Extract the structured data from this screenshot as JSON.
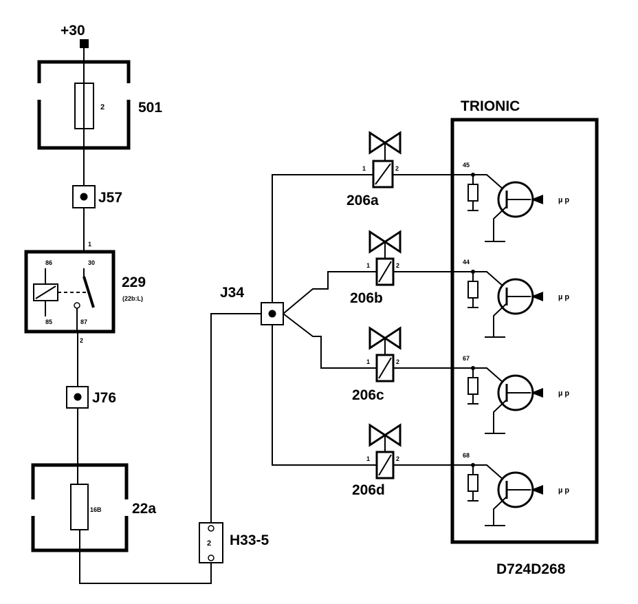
{
  "supply": {
    "label": "+30"
  },
  "fuse501": {
    "id": "501",
    "pin": "2"
  },
  "j57": {
    "id": "J57"
  },
  "relay229": {
    "id": "229",
    "sub": "(22b:L)",
    "pin86": "86",
    "pin30": "30",
    "pin85": "85",
    "pin87": "87",
    "wire_top": "1",
    "wire_bottom": "2"
  },
  "j76": {
    "id": "J76"
  },
  "fuse22a": {
    "id": "22a",
    "pin": "16B"
  },
  "h33": {
    "id": "H33-5",
    "pin": "2"
  },
  "j34": {
    "id": "J34"
  },
  "valves": [
    {
      "id": "206a",
      "pin1": "1",
      "pin2": "2",
      "ecu_pin": "45"
    },
    {
      "id": "206b",
      "pin1": "1",
      "pin2": "2",
      "ecu_pin": "44"
    },
    {
      "id": "206c",
      "pin1": "1",
      "pin2": "2",
      "ecu_pin": "67"
    },
    {
      "id": "206d",
      "pin1": "1",
      "pin2": "2",
      "ecu_pin": "68"
    }
  ],
  "ecu": {
    "title": "TRIONIC",
    "mu_p": "µ p"
  },
  "diagram_code": "D724D268"
}
